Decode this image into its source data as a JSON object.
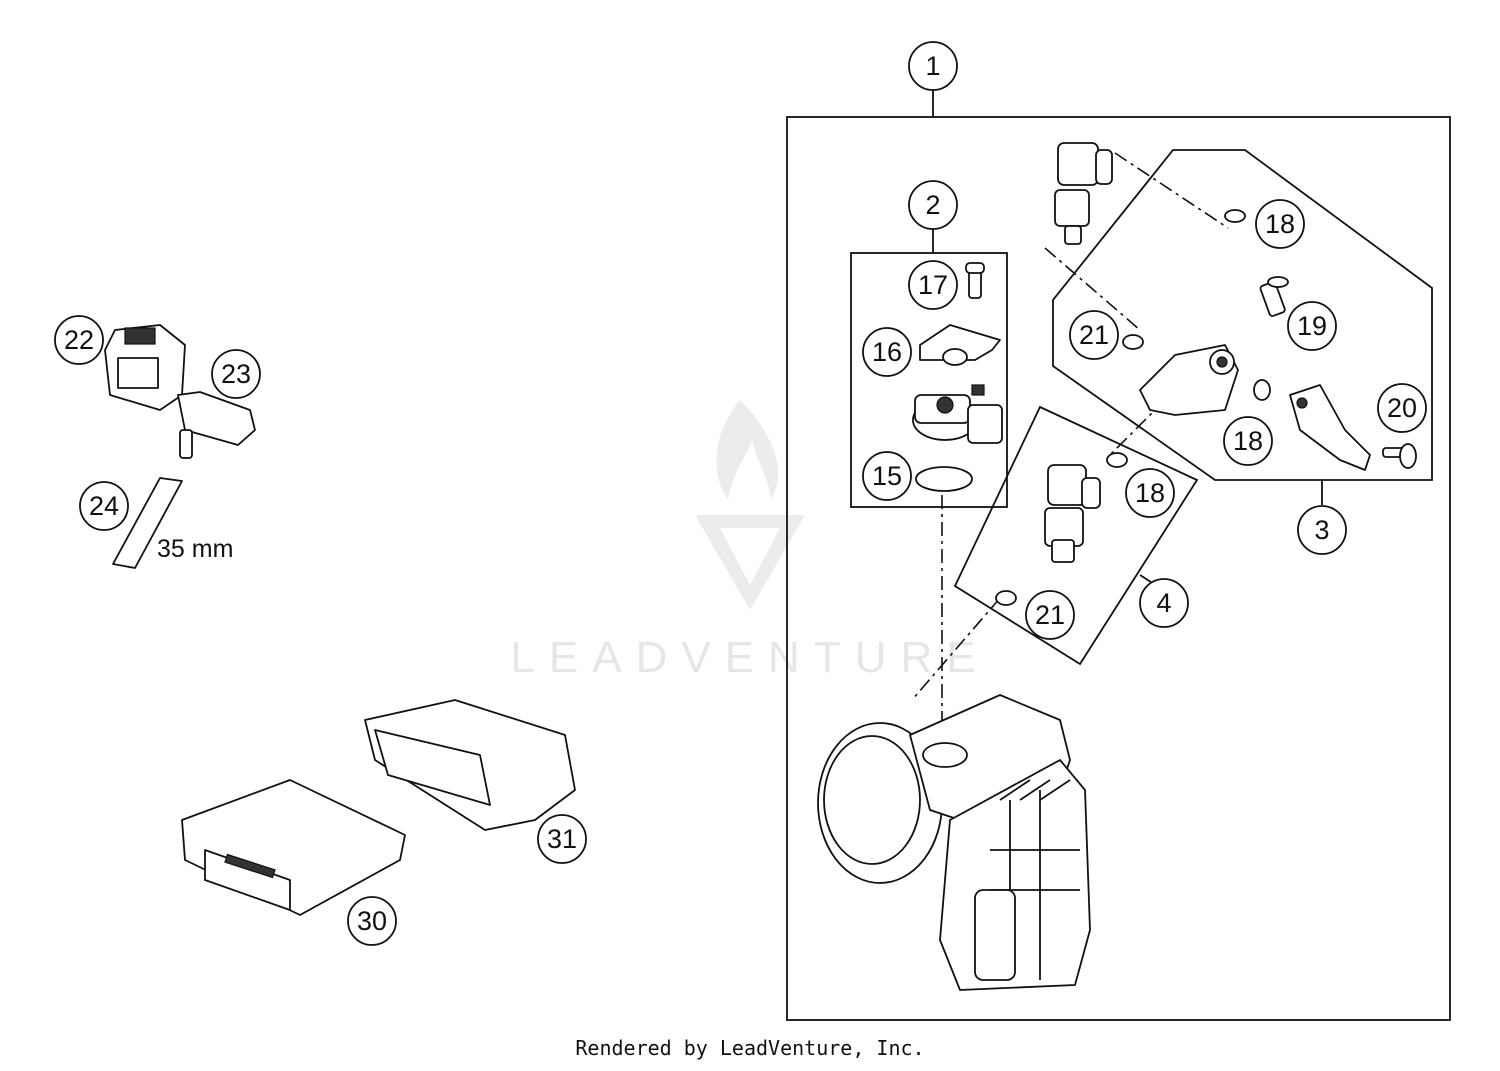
{
  "watermark": {
    "text": "LEADVENTURE"
  },
  "dimension": {
    "label": "35 mm"
  },
  "callouts": [
    "1",
    "2",
    "3",
    "4",
    "15",
    "16",
    "17",
    "18",
    "18",
    "18",
    "19",
    "20",
    "21",
    "21",
    "22",
    "23",
    "24",
    "30",
    "31"
  ],
  "footer": {
    "text": "Rendered by LeadVenture, Inc."
  }
}
